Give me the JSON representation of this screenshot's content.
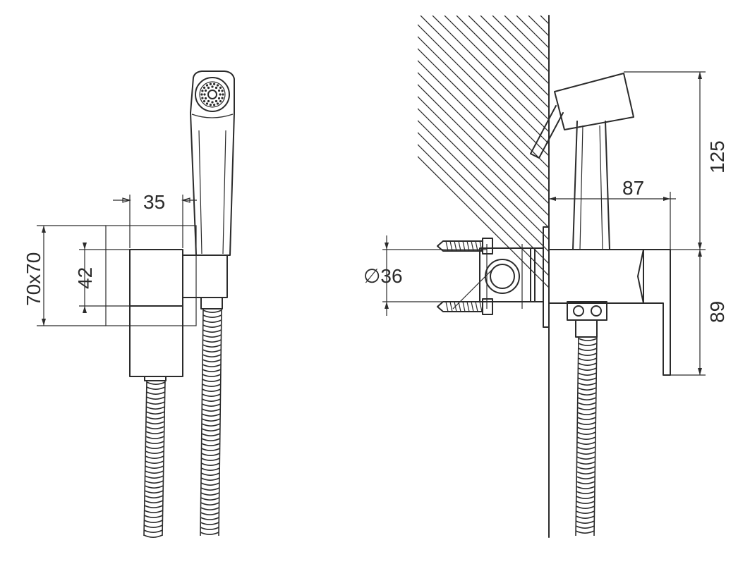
{
  "dimensions": {
    "width_35": "35",
    "square_70x70": "70x70",
    "height_42": "42",
    "diameter_36": "∅36",
    "depth_87": "87",
    "height_125": "125",
    "height_89": "89"
  },
  "colors": {
    "line": "#2b2b2b",
    "background": "#ffffff"
  }
}
